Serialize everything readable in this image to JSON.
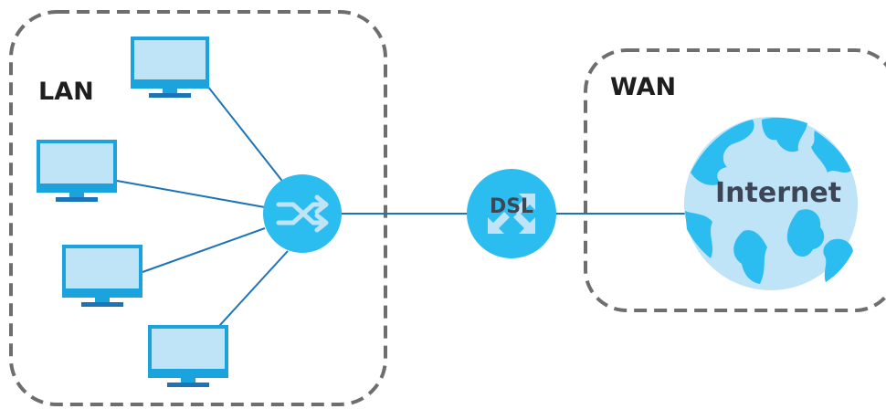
{
  "zones": {
    "lan": {
      "label": "LAN"
    },
    "wan": {
      "label": "WAN"
    }
  },
  "nodes": {
    "dsl": {
      "label": "DSL"
    },
    "internet": {
      "label": "Internet"
    },
    "switch": {
      "icon": "switch-arrows-icon"
    },
    "computers": [
      {
        "icon": "monitor-icon"
      },
      {
        "icon": "monitor-icon"
      },
      {
        "icon": "monitor-icon"
      },
      {
        "icon": "monitor-icon"
      }
    ]
  },
  "colors": {
    "monitor_fill": "#bfe3f7",
    "monitor_frame": "#1aa3dd",
    "node_fill": "#2bbdf0",
    "link": "#1c73b8",
    "globe_ocean": "#bfe3f7",
    "globe_land": "#2bbdf0",
    "zone_border": "#6e6e6e"
  }
}
